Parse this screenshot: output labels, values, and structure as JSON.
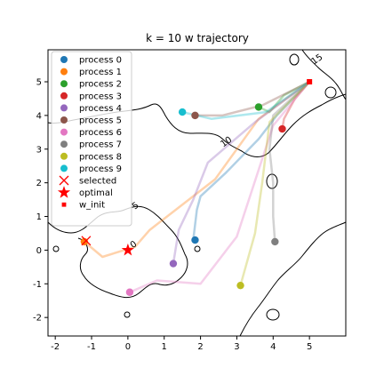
{
  "chart_data": {
    "type": "scatter",
    "title": "k = 10 w trajectory",
    "xlabel": "",
    "ylabel": "",
    "xlim": [
      -2.2,
      6.0
    ],
    "ylim": [
      -2.55,
      5.95
    ],
    "xticks": [
      -2,
      -1,
      0,
      1,
      2,
      3,
      4,
      5
    ],
    "yticks": [
      -2,
      -1,
      0,
      1,
      2,
      3,
      4,
      5
    ],
    "grid": false,
    "legend_position": "upper-left",
    "contour_labels": [
      {
        "text": "15",
        "x": 5.25,
        "y": 5.6
      },
      {
        "text": "10",
        "x": 2.75,
        "y": 3.15
      },
      {
        "text": "5",
        "x": 0.25,
        "y": 1.25
      },
      {
        "text": "0",
        "x": 0.2,
        "y": 0.1
      }
    ],
    "series": [
      {
        "name": "process 0",
        "color": "#1f77b4",
        "x": 1.85,
        "y": 0.3,
        "path": [
          [
            5.0,
            5.0
          ],
          [
            4.1,
            4.0
          ],
          [
            3.6,
            3.3
          ],
          [
            2.7,
            2.3
          ],
          [
            2.0,
            1.6
          ],
          [
            1.9,
            1.2
          ],
          [
            1.8,
            0.3
          ]
        ]
      },
      {
        "name": "process 1",
        "color": "#ff7f0e",
        "x": -1.2,
        "y": 0.25,
        "path": [
          [
            5.0,
            5.0
          ],
          [
            3.6,
            3.9
          ],
          [
            2.4,
            2.1
          ],
          [
            1.2,
            1.1
          ],
          [
            0.6,
            0.6
          ],
          [
            0.2,
            0.1
          ],
          [
            -0.7,
            -0.2
          ],
          [
            -1.2,
            0.25
          ]
        ]
      },
      {
        "name": "process 2",
        "color": "#2ca02c",
        "x": 3.6,
        "y": 4.25,
        "path": [
          [
            5.0,
            5.0
          ],
          [
            4.3,
            4.6
          ],
          [
            3.9,
            4.1
          ],
          [
            3.6,
            4.25
          ]
        ]
      },
      {
        "name": "process 3",
        "color": "#d62728",
        "x": 4.25,
        "y": 3.6,
        "path": [
          [
            5.0,
            5.0
          ],
          [
            4.6,
            4.5
          ],
          [
            4.3,
            3.9
          ],
          [
            4.25,
            3.6
          ]
        ]
      },
      {
        "name": "process 4",
        "color": "#9467bd",
        "x": 1.25,
        "y": -0.4,
        "path": [
          [
            5.0,
            5.0
          ],
          [
            3.5,
            3.8
          ],
          [
            2.2,
            2.6
          ],
          [
            1.8,
            1.5
          ],
          [
            1.4,
            0.6
          ],
          [
            1.25,
            -0.4
          ]
        ]
      },
      {
        "name": "process 5",
        "color": "#8c564b",
        "x": 1.85,
        "y": 4.0,
        "path": [
          [
            5.0,
            5.0
          ],
          [
            3.7,
            4.3
          ],
          [
            2.6,
            4.0
          ],
          [
            1.85,
            4.0
          ]
        ]
      },
      {
        "name": "process 6",
        "color": "#e377c2",
        "x": 0.05,
        "y": -1.25,
        "path": [
          [
            5.0,
            5.0
          ],
          [
            4.0,
            3.7
          ],
          [
            3.0,
            0.4
          ],
          [
            2.0,
            -1.0
          ],
          [
            0.8,
            -0.9
          ],
          [
            0.05,
            -1.25
          ]
        ]
      },
      {
        "name": "process 7",
        "color": "#7f7f7f",
        "x": 4.05,
        "y": 0.25,
        "path": [
          [
            5.0,
            5.0
          ],
          [
            4.0,
            4.0
          ],
          [
            3.9,
            3.0
          ],
          [
            4.0,
            2.0
          ],
          [
            4.0,
            1.0
          ],
          [
            4.05,
            0.25
          ]
        ]
      },
      {
        "name": "process 8",
        "color": "#bcbd22",
        "x": 3.1,
        "y": -1.05,
        "path": [
          [
            5.0,
            5.0
          ],
          [
            3.9,
            3.8
          ],
          [
            3.7,
            2.0
          ],
          [
            3.5,
            0.5
          ],
          [
            3.1,
            -1.05
          ]
        ]
      },
      {
        "name": "process 9",
        "color": "#17becf",
        "x": 1.5,
        "y": 4.1,
        "path": [
          [
            5.0,
            5.0
          ],
          [
            3.8,
            4.1
          ],
          [
            2.3,
            3.9
          ],
          [
            1.5,
            4.1
          ]
        ]
      }
    ],
    "markers": [
      {
        "name": "selected",
        "shape": "x",
        "color": "#ff0000",
        "x": -1.15,
        "y": 0.28
      },
      {
        "name": "optimal",
        "shape": "star",
        "color": "#ff0000",
        "x": 0.0,
        "y": 0.0
      },
      {
        "name": "w_init",
        "shape": "square",
        "color": "#ff0000",
        "x": 5.0,
        "y": 5.0
      }
    ]
  }
}
